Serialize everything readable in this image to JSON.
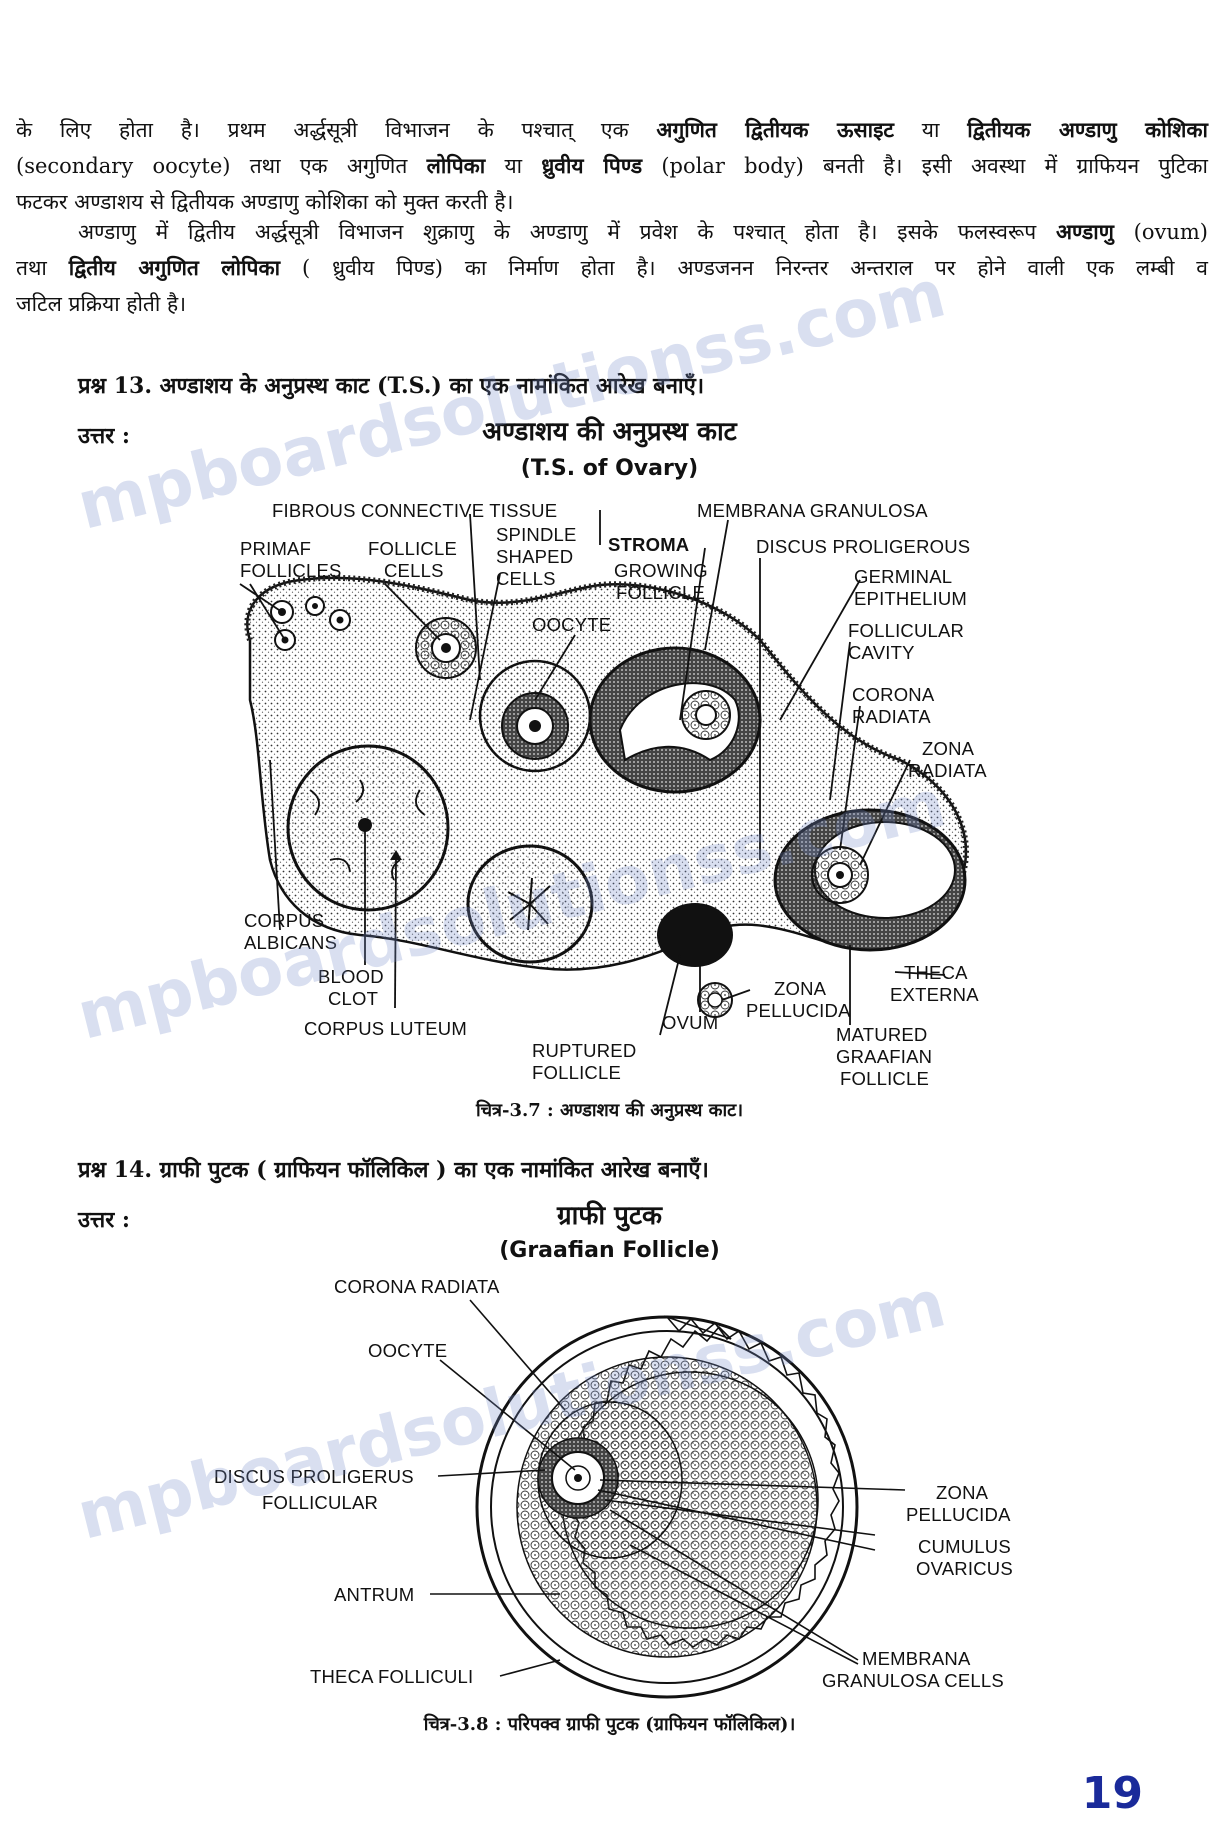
{
  "paragraphs": {
    "p1_line1_a": "के लिए होता है। प्रथम अर्द्धसूत्री विभाजन के पश्चात् एक ",
    "p1_line1_b": "अगुणित द्वितीयक ऊसाइट",
    "p1_line1_c": " या ",
    "p1_line1_d": "द्वितीयक अण्डाणु कोशिका",
    "p1_line2_a": "(secondary oocyte) तथा एक अगुणित ",
    "p1_line2_b": "लोपिका",
    "p1_line2_c": " या ",
    "p1_line2_d": "ध्रुवीय पिण्ड",
    "p1_line2_e": " (polar body) बनती है। इसी अवस्था में ग्राफियन पुटिका",
    "p1_line3": "फटकर अण्डाशय से द्वितीयक अण्डाणु कोशिका को मुक्त करती है।",
    "p2_line1_a": "अण्डाणु में द्वितीय अर्द्धसूत्री विभाजन शुक्राणु के अण्डाणु में प्रवेश के पश्चात् होता है। इसके फलस्वरूप ",
    "p2_line1_b": "अण्डाणु",
    "p2_line1_c": " (ovum)",
    "p2_line2_a": "तथा ",
    "p2_line2_b": "द्वितीय अगुणित लोपिका",
    "p2_line2_c": " ( ध्रुवीय पिण्ड) का निर्माण होता है। अण्डजनन निरन्तर अन्तराल पर होने वाली एक लम्बी व",
    "p2_line3": "जटिल प्रक्रिया होती है।"
  },
  "question13": "प्रश्न 13. अण्डाशय के अनुप्रस्थ काट (T.S.) का एक नामांकित आरेख बनाएँ।",
  "answer_label": "उत्तर :",
  "figure1": {
    "title_hi": "अण्डाशय की अनुप्रस्थ काट",
    "title_en": "(T.S. of Ovary)",
    "labels": {
      "fibrous": "FIBROUS CONNECTIVE TISSUE",
      "membrana": "MEMBRANA GRANULOSA",
      "primary": "PRIMAF",
      "primary2": "FOLLICLES",
      "follicle_cells": "FOLLICLE",
      "follicle_cells2": "CELLS",
      "spindle": "SPINDLE",
      "spindle2": "SHAPED",
      "spindle3": "CELLS",
      "stroma": "STROMA",
      "discus": "DISCUS PROLIGEROUS",
      "growing": "GROWING",
      "growing2": "FOLLICLE",
      "germinal": "GERMINAL",
      "germinal2": "EPITHELIUM",
      "oocyte": "OOCYTE",
      "follicular_cavity": "FOLLICULAR",
      "follicular_cavity2": "CAVITY",
      "corona": "CORONA",
      "corona2": "RADIATA",
      "zona_radiata": "ZONA",
      "zona_radiata2": "RADIATA",
      "corpus_albicans": "CORPUS",
      "corpus_albicans2": "ALBICANS",
      "blood_clot": "BLOOD",
      "blood_clot2": "CLOT",
      "corpus_luteum": "CORPUS LUTEUM",
      "theca_externa": "THECA",
      "theca_externa2": "EXTERNA",
      "zona_pellucida": "ZONA",
      "zona_pellucida2": "PELLUCIDA",
      "ovum": "OVUM",
      "ruptured": "RUPTURED",
      "ruptured2": "FOLLICLE",
      "matured": "MATURED",
      "matured2": "GRAAFIAN",
      "matured3": "FOLLICLE"
    },
    "caption": "चित्र-3.7 : अण्डाशय की  अनुप्रस्थ काट।"
  },
  "question14": "प्रश्न 14. ग्राफी पुटक ( ग्राफियन फॉलिकिल ) का एक नामांकित आरेख बनाएँ।",
  "figure2": {
    "title_hi": "ग्राफी पुटक",
    "title_en": "(Graafian Follicle)",
    "labels": {
      "corona": "CORONA RADIATA",
      "oocyte": "OOCYTE",
      "discus": "DISCUS PROLIGERUS",
      "discus2": "FOLLICULAR",
      "zona": "ZONA",
      "zona2": "PELLUCIDA",
      "cumulus": "CUMULUS",
      "cumulus2": "OVARICUS",
      "antrum": "ANTRUM",
      "theca": "THECA FOLLICULI",
      "membrana": "MEMBRANA",
      "membrana2": "GRANULOSA CELLS"
    },
    "caption": "चित्र-3.8 : परिपक्व ग्राफी पुटक (ग्राफियन फॉलिकिल)।"
  },
  "watermark": "mpboardsolutionss.com",
  "page_number": "19"
}
